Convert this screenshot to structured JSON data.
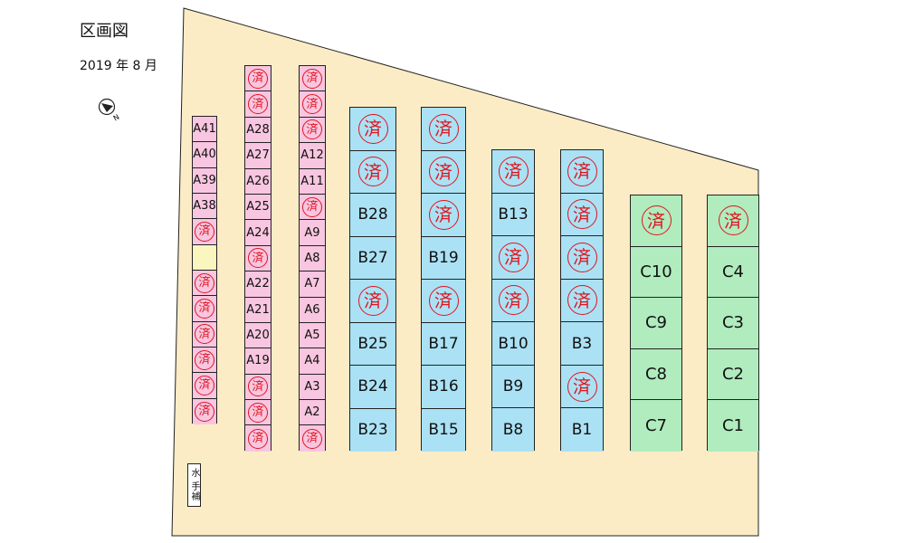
{
  "header": {
    "title": "区画図",
    "date": "2019 年 8 月"
  },
  "compass": {
    "label": "N"
  },
  "colors": {
    "ground": "#fbecc6",
    "a_fill": "#f8c6e0",
    "empty_fill": "#fbf6c0",
    "b_fill": "#abe1f4",
    "c_fill": "#b0ecbe",
    "stamp": "#e0141e"
  },
  "stamp_text": "済",
  "faucet_label": "水 手補",
  "columns": [
    {
      "zone": "A",
      "cells": [
        "A41",
        "A40",
        "A39",
        "A38",
        "済",
        "",
        "済",
        "済",
        "済",
        "済",
        "済",
        "済"
      ]
    },
    {
      "zone": "A",
      "cells": [
        "済",
        "済",
        "A28",
        "A27",
        "A26",
        "A25",
        "A24",
        "済",
        "A22",
        "A21",
        "A20",
        "A19",
        "済",
        "済",
        "済"
      ]
    },
    {
      "zone": "A",
      "cells": [
        "済",
        "済",
        "済",
        "A12",
        "A11",
        "済",
        "A9",
        "A8",
        "A7",
        "A6",
        "A5",
        "A4",
        "A3",
        "A2",
        "済"
      ]
    },
    {
      "zone": "B",
      "cells": [
        "済",
        "済",
        "B28",
        "B27",
        "済",
        "B25",
        "B24",
        "B23"
      ]
    },
    {
      "zone": "B",
      "cells": [
        "済",
        "済",
        "済",
        "B19",
        "済",
        "B17",
        "B16",
        "B15"
      ]
    },
    {
      "zone": "B",
      "cells": [
        "済",
        "B13",
        "済",
        "済",
        "B10",
        "B9",
        "B8"
      ]
    },
    {
      "zone": "B",
      "cells": [
        "済",
        "済",
        "済",
        "済",
        "B3",
        "済",
        "B1"
      ]
    },
    {
      "zone": "C",
      "cells": [
        "済",
        "C10",
        "C9",
        "C8",
        "C7"
      ]
    },
    {
      "zone": "C",
      "cells": [
        "済",
        "C4",
        "C3",
        "C2",
        "C1"
      ]
    }
  ]
}
